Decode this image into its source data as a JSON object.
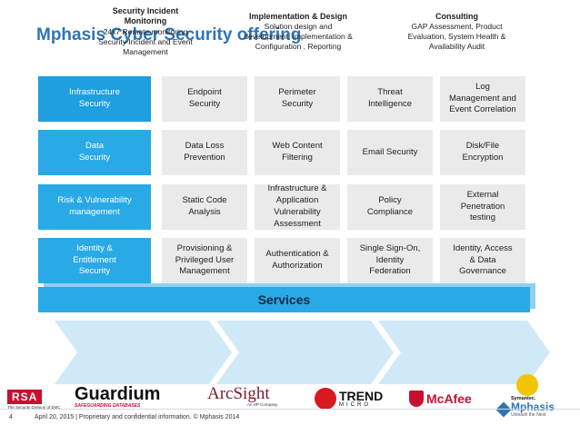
{
  "title": "Mphasis Cyber Security offering",
  "rows": [
    {
      "category": "Infrastructure\nSecurity",
      "offerings": [
        "Endpoint\nSecurity",
        "Perimeter\nSecurity",
        "Threat\nIntelligence",
        "Log\nManagement and\nEvent Correlation"
      ]
    },
    {
      "category": "Data\nSecurity",
      "offerings": [
        "Data Loss\nPrevention",
        "Web Content\nFiltering",
        "Email Security",
        "Disk/File\nEncryption"
      ]
    },
    {
      "category": "Risk & Vulnerability\nmanagement",
      "offerings": [
        "Static Code\nAnalysis",
        "Infrastructure &\nApplication\nVulnerability\nAssessment",
        "Policy\nCompliance",
        "External\nPenetration\ntesting"
      ]
    },
    {
      "category": "Identity &\nEntitlement\nSecurity",
      "offerings": [
        "Provisioning &\nPrivileged User\nManagement",
        "Authentication &\nAuthorization",
        "Single Sign-On,\nIdentity\nFederation",
        "Identity, Access\n& Data\nGovernance"
      ]
    }
  ],
  "services_label": "Services",
  "service_steps": [
    {
      "title": "Security Incident\nMonitoring",
      "body": "24x7 Remote monitoring\nSecurity Incident and Event\nManagement"
    },
    {
      "title": "Implementation & Design",
      "body": "Solution design and\ndevelopment, Implementation &\nConfiguration , Reporting"
    },
    {
      "title": "Consulting",
      "body": "GAP Assessment, Product\nEvaluation, System Health &\nAvailability Audit"
    }
  ],
  "partner_logos": {
    "rsa": {
      "name": "RSA",
      "sub": "The Security Division of EMC"
    },
    "guardium": {
      "name": "Guardium",
      "sub": "SAFEGUARDING DATABASES"
    },
    "arcsight": {
      "name": "ArcSight",
      "sub": "An HP Company"
    },
    "trend": {
      "name": "TREND",
      "sub": "MICRO"
    },
    "mcafee": {
      "name": "McAfee"
    },
    "symantec": {
      "name": "Symantec."
    }
  },
  "brand": {
    "name": "Mphasis",
    "tagline": "Unleash the Next"
  },
  "footer": {
    "page": "4",
    "text": "April 20, 2015 | Proprietary and confidential information. © Mphasis 2014"
  },
  "colors": {
    "accent": "#29a9e6",
    "title": "#2e75b6",
    "cell": "#eaeaea"
  }
}
